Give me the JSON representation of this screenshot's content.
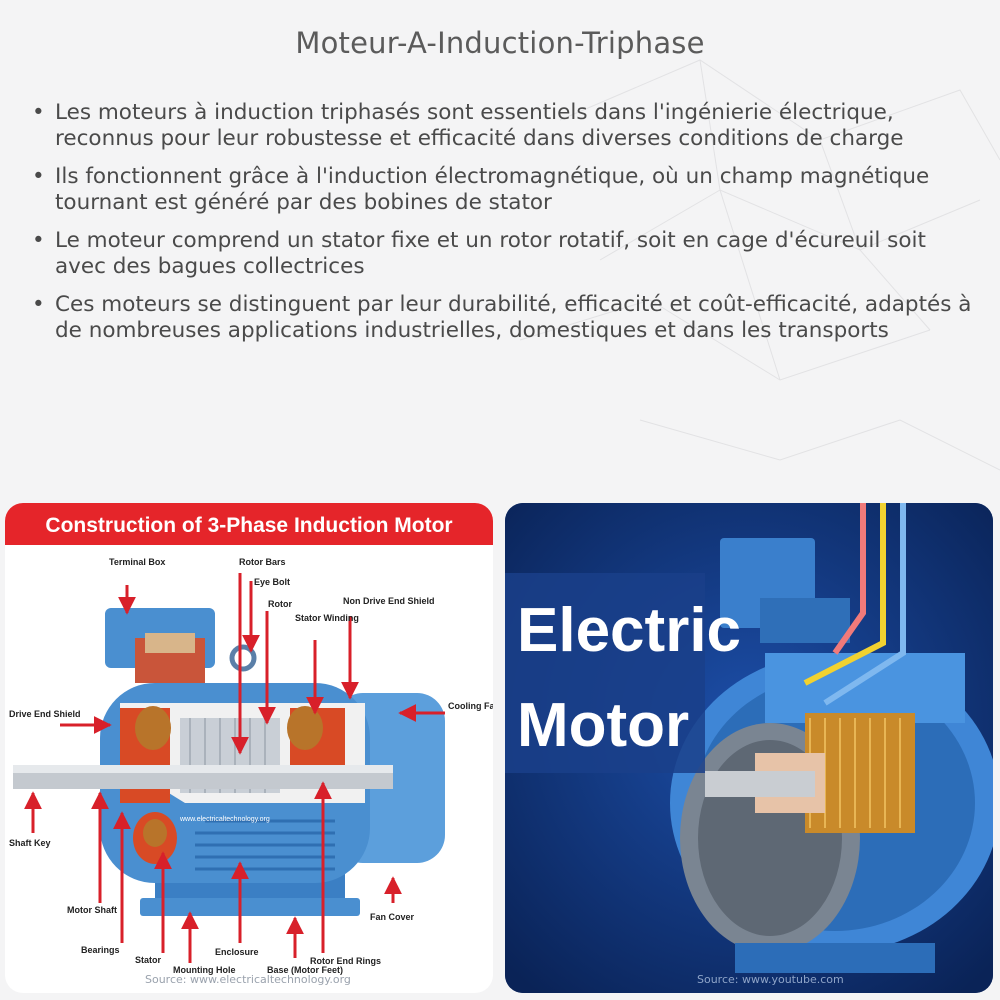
{
  "title": "Moteur-A-Induction-Triphase",
  "bullets": [
    "Les moteurs à induction triphasés sont essentiels dans l'ingénierie électrique, reconnus pour leur robustesse et efficacité dans diverses conditions de charge",
    "Ils fonctionnent grâce à l'induction électromagnétique, où un champ magnétique tournant est généré par des bobines de stator",
    "Le moteur comprend un stator fixe et un rotor rotatif, soit en cage d'écureuil soit avec des bagues collectrices",
    "Ces moteurs se distinguent par leur durabilité, efficacité et coût-efficacité, adaptés à de nombreuses applications industrielles, domestiques et dans les transports"
  ],
  "left_image": {
    "banner": "Construction of 3-Phase Induction Motor",
    "watermark": "www.electricaltechnology.org",
    "source": "Source: www.electricaltechnology.org",
    "labels": {
      "terminal_box": "Terminal Box",
      "rotor_bars": "Rotor Bars",
      "eye_bolt": "Eye Bolt",
      "rotor": "Rotor",
      "stator_winding": "Stator Winding",
      "non_drive_end_shield": "Non Drive End Shield",
      "drive_end_shield": "Drive End Shield",
      "cooling_fan": "Cooling Fan",
      "shaft_key": "Shaft Key",
      "motor_shaft": "Motor Shaft",
      "bearings": "Bearings",
      "stator": "Stator",
      "mounting_hole": "Mounting Hole",
      "enclosure": "Enclosure",
      "base": "Base (Motor Feet)",
      "rotor_end_rings": "Rotor End Rings",
      "fan_cover": "Fan Cover"
    }
  },
  "right_image": {
    "line1": "Electric",
    "line2": "Motor",
    "source": "Source: www.youtube.com"
  },
  "colors": {
    "banner_red": "#e5252a",
    "motor_blue": "#4a8fd0",
    "arrow_red": "#d8202a",
    "dark_navy": "#0f2e6b"
  }
}
